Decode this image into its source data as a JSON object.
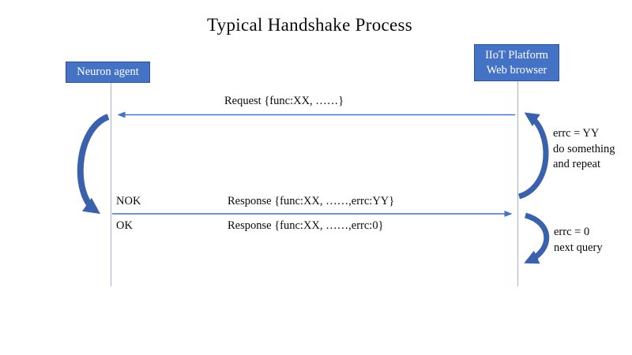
{
  "title": "Typical Handshake Process",
  "actors": {
    "left": {
      "label": "Neuron agent"
    },
    "right": {
      "line1": "IIoT Platform",
      "line2": "Web browser"
    }
  },
  "messages": {
    "request": "Request {func:XX, ……}",
    "nok": "NOK",
    "response_nok": "Response {func:XX, ……,errc:YY}",
    "ok": "OK",
    "response_ok": "Response {func:XX, ……,errc:0}"
  },
  "annotations": {
    "retry": {
      "line1": "errc = YY",
      "line2": "do something",
      "line3": "and repeat"
    },
    "next": {
      "line1": "errc = 0",
      "line2": "next query"
    }
  },
  "colors": {
    "actor_fill": "#4472C4",
    "actor_border": "#2F528F",
    "message_arrow": "#4472C4",
    "curved_arrow": "#3B61AC",
    "lifeline": "#9FB4D8",
    "text": "#000000",
    "actor_text": "#FFFFFF"
  }
}
